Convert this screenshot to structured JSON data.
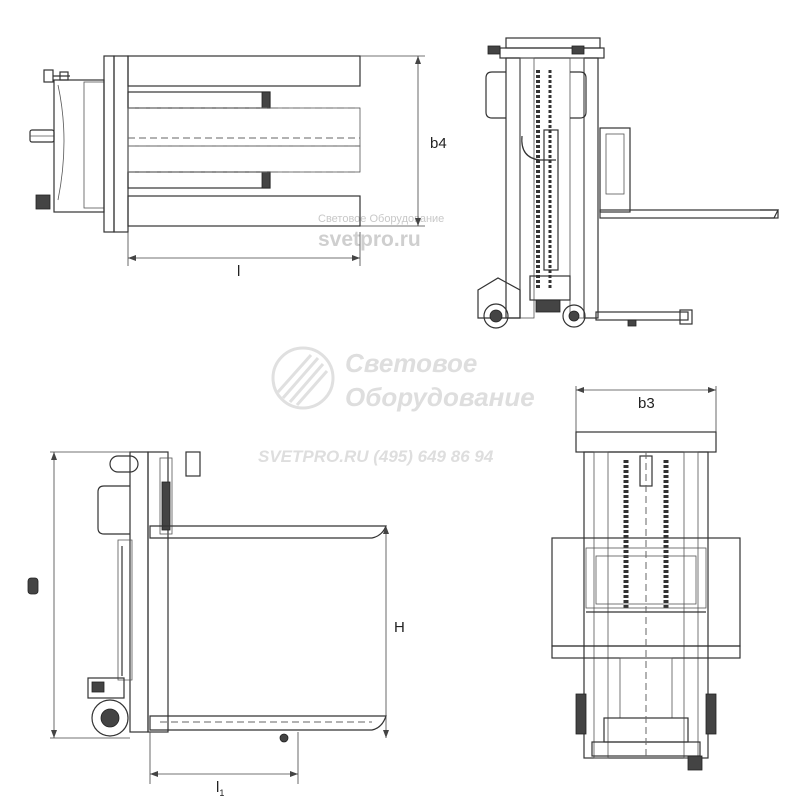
{
  "dimensions": {
    "b4": "b4",
    "l": "l",
    "b3": "b3",
    "h": "H",
    "l1": "l",
    "l1_sub": "1"
  },
  "watermark": {
    "small_line": "Световое Оборудование",
    "site_top": "svetpro.ru",
    "logo_line1": "Световое",
    "logo_line2": "Оборудование",
    "contact_line": "SVETPRO.RU   (495) 649 86 94"
  }
}
